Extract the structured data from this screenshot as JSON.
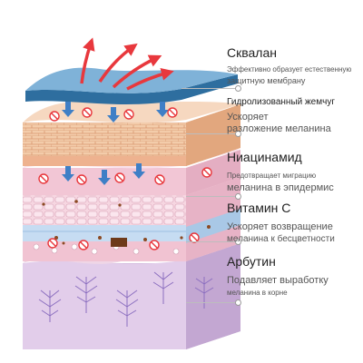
{
  "ingredients": [
    {
      "name": "Сквалан",
      "desc1": "Эффективно образует естественную",
      "desc2": "защитную мембрану"
    },
    {
      "name": "Гидролизованный жемчуг",
      "desc1": "Ускоряет",
      "desc2": "разложение меланина"
    },
    {
      "name": "Ниацинамид",
      "desc1": "Предотвращает миграцию",
      "desc2": "меланина в эпидермис"
    },
    {
      "name": "Витамин С",
      "desc1": "Ускоряет возвращение",
      "desc2": "меланина к бесцветности"
    },
    {
      "name": "Арбутин",
      "desc1": "Подавляет выработку",
      "desc2": "меланина в корне"
    }
  ],
  "colors": {
    "membrane": "#4a86b8",
    "arrow_red": "#e8383d",
    "arrow_blue": "#3f7fc6",
    "brick_skin": "#f0c29a",
    "pink_layer": "#f4c4d4",
    "blue_cells": "#c6dcf2",
    "lilac_base": "#ddc4e6",
    "nerve": "#8c6fc0",
    "melanin": "#8b4a23"
  },
  "icons": [
    "prohibit-icon",
    "melanin-granule-icon",
    "blue-down-arrow-icon",
    "red-up-arrow-icon"
  ]
}
